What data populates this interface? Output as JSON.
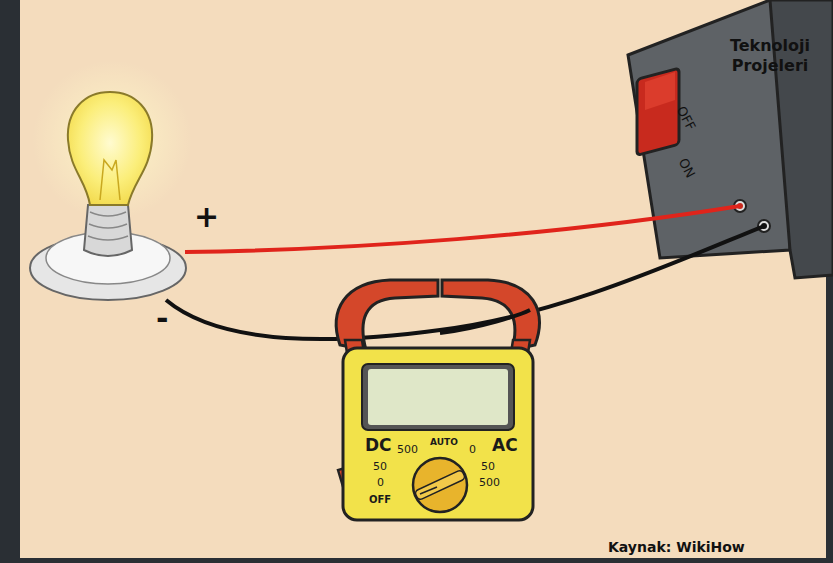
{
  "diagram": {
    "nodes": [
      {
        "text": [
          "Teknoloji Projeleri",
          "OFF",
          "ON"
        ]
      },
      {
        "text": [
          "DC",
          "500",
          "50",
          "0",
          "OFF",
          "AUTO",
          "0",
          "50",
          "500",
          "AC"
        ]
      }
    ],
    "labels": [
      "+",
      "-",
      "Kaynak: WikiHow"
    ]
  }
}
